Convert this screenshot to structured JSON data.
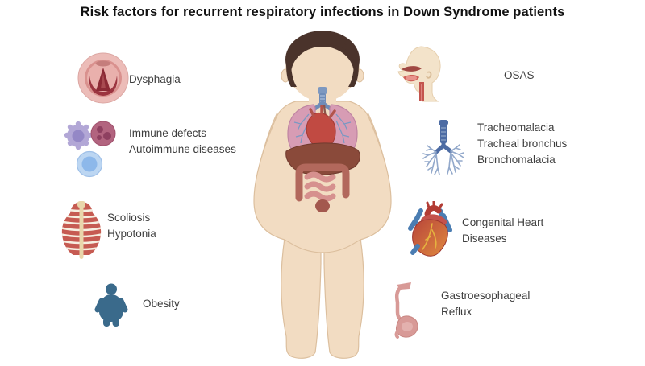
{
  "title": "Risk factors for recurrent respiratory infections in Down Syndrome patients",
  "center_figure": {
    "name": "child-with-internal-organs"
  },
  "left_items": [
    {
      "icon": "larynx-icon",
      "lines": [
        "Dysphagia"
      ]
    },
    {
      "icon": "immune-cells-icon",
      "lines": [
        "Immune defects",
        "Autoimmune diseases"
      ]
    },
    {
      "icon": "ribcage-icon",
      "lines": [
        "Scoliosis",
        "Hypotonia"
      ]
    },
    {
      "icon": "obese-child-icon",
      "lines": [
        "Obesity"
      ]
    }
  ],
  "right_items": [
    {
      "icon": "head-airway-profile-icon",
      "lines": [
        "OSAS"
      ]
    },
    {
      "icon": "bronchial-tree-icon",
      "lines": [
        "Tracheomalacia",
        "Tracheal bronchus",
        "Bronchomalacia"
      ]
    },
    {
      "icon": "anatomical-heart-icon",
      "lines": [
        "Congenital Heart",
        "Diseases"
      ]
    },
    {
      "icon": "stomach-esophagus-icon",
      "lines": [
        "Gastroesophageal",
        "Reflux"
      ]
    }
  ],
  "colors": {
    "background": "#ffffff",
    "title_text": "#111111",
    "label_text": "#3d3d3d",
    "skin": "#f2dcc2",
    "hair": "#4a332b",
    "lung_pink": "#d79cb4",
    "heart_red": "#c14a42",
    "trachea_blue": "#6f8cb8",
    "obesity_blue": "#3a6a8b",
    "rib_red": "#c65b52",
    "stomach_pink": "#d89a97",
    "cell_purple": "#b2a7d6",
    "cell_blue": "#8db8ea"
  }
}
